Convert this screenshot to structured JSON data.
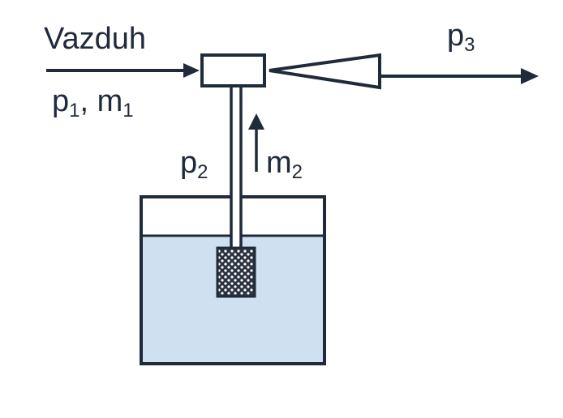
{
  "labels": {
    "air": "Vazduh",
    "p1_base": "p",
    "p1_sub": "1",
    "p1_sep": ", m",
    "m1_sub": "1",
    "p2_base": "p",
    "p2_sub": "2",
    "m2_base": "m",
    "m2_sub": "2",
    "p3_base": "p",
    "p3_sub": "3"
  },
  "colors": {
    "stroke": "#1f2a3a",
    "liquid": "#cfe1f1",
    "filter": "#2b3342",
    "background": "#ffffff"
  }
}
